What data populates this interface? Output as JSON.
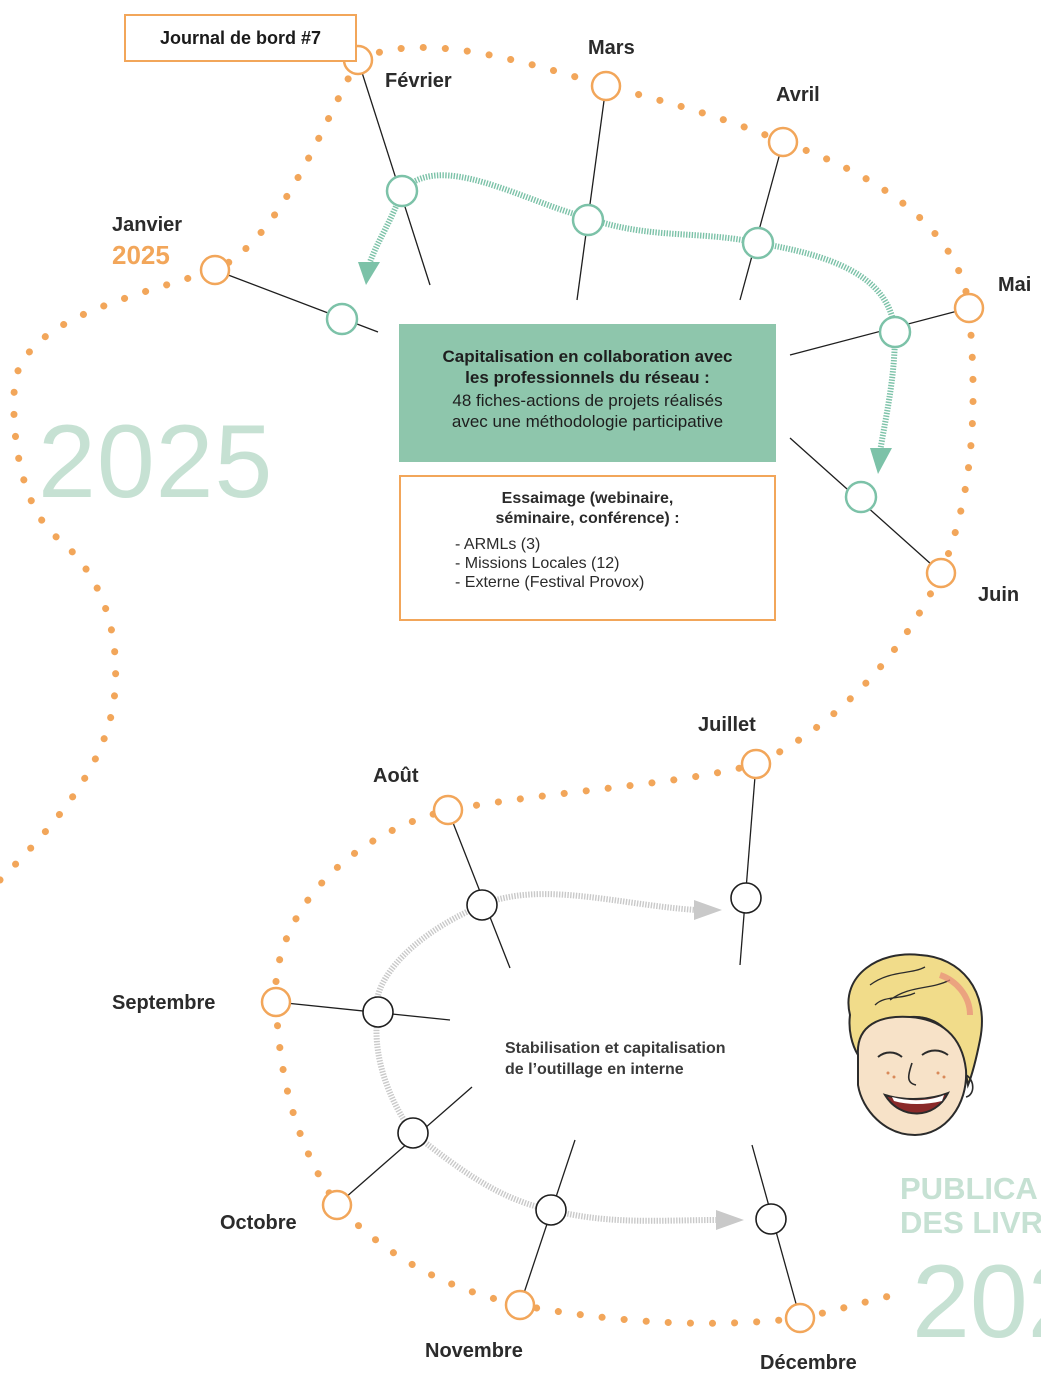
{
  "tag": {
    "label": "Journal de bord #7"
  },
  "year": {
    "label": "2025",
    "big": "2025"
  },
  "months": {
    "janvier": "Janvier",
    "fevrier": "Février",
    "mars": "Mars",
    "avril": "Avril",
    "mai": "Mai",
    "juin": "Juin",
    "juillet": "Juillet",
    "aout": "Août",
    "septembre": "Septembre",
    "octobre": "Octobre",
    "novembre": "Novembre",
    "decembre": "Décembre"
  },
  "capitalisation": {
    "title_line1": "Capitalisation en collaboration avec",
    "title_line2": "les professionnels du réseau :",
    "text_line1": "48 fiches-actions de projets réalisés",
    "text_line2": "avec une méthodologie participative"
  },
  "essaimage": {
    "title_line1": "Essaimage (webinaire,",
    "title_line2": "séminaire, conférence) :",
    "items": [
      "- ARMLs (3)",
      "- Missions Locales (12)",
      "- Externe (Festival Provox)"
    ]
  },
  "stabilisation": {
    "line1": "Stabilisation et capitalisation",
    "line2": "de l’outillage en interne"
  },
  "publication": {
    "line1": "PUBLICA",
    "line2": "DES LIVR",
    "year": "202"
  },
  "colors": {
    "orange": "#f2a65a",
    "green": "#8ec6ac",
    "green_light": "#c6e1d3",
    "green_node": "#7cc2a8",
    "grey_arrow": "#c9c9c9"
  },
  "icons": {
    "face": "cartoon-face-illustration"
  }
}
